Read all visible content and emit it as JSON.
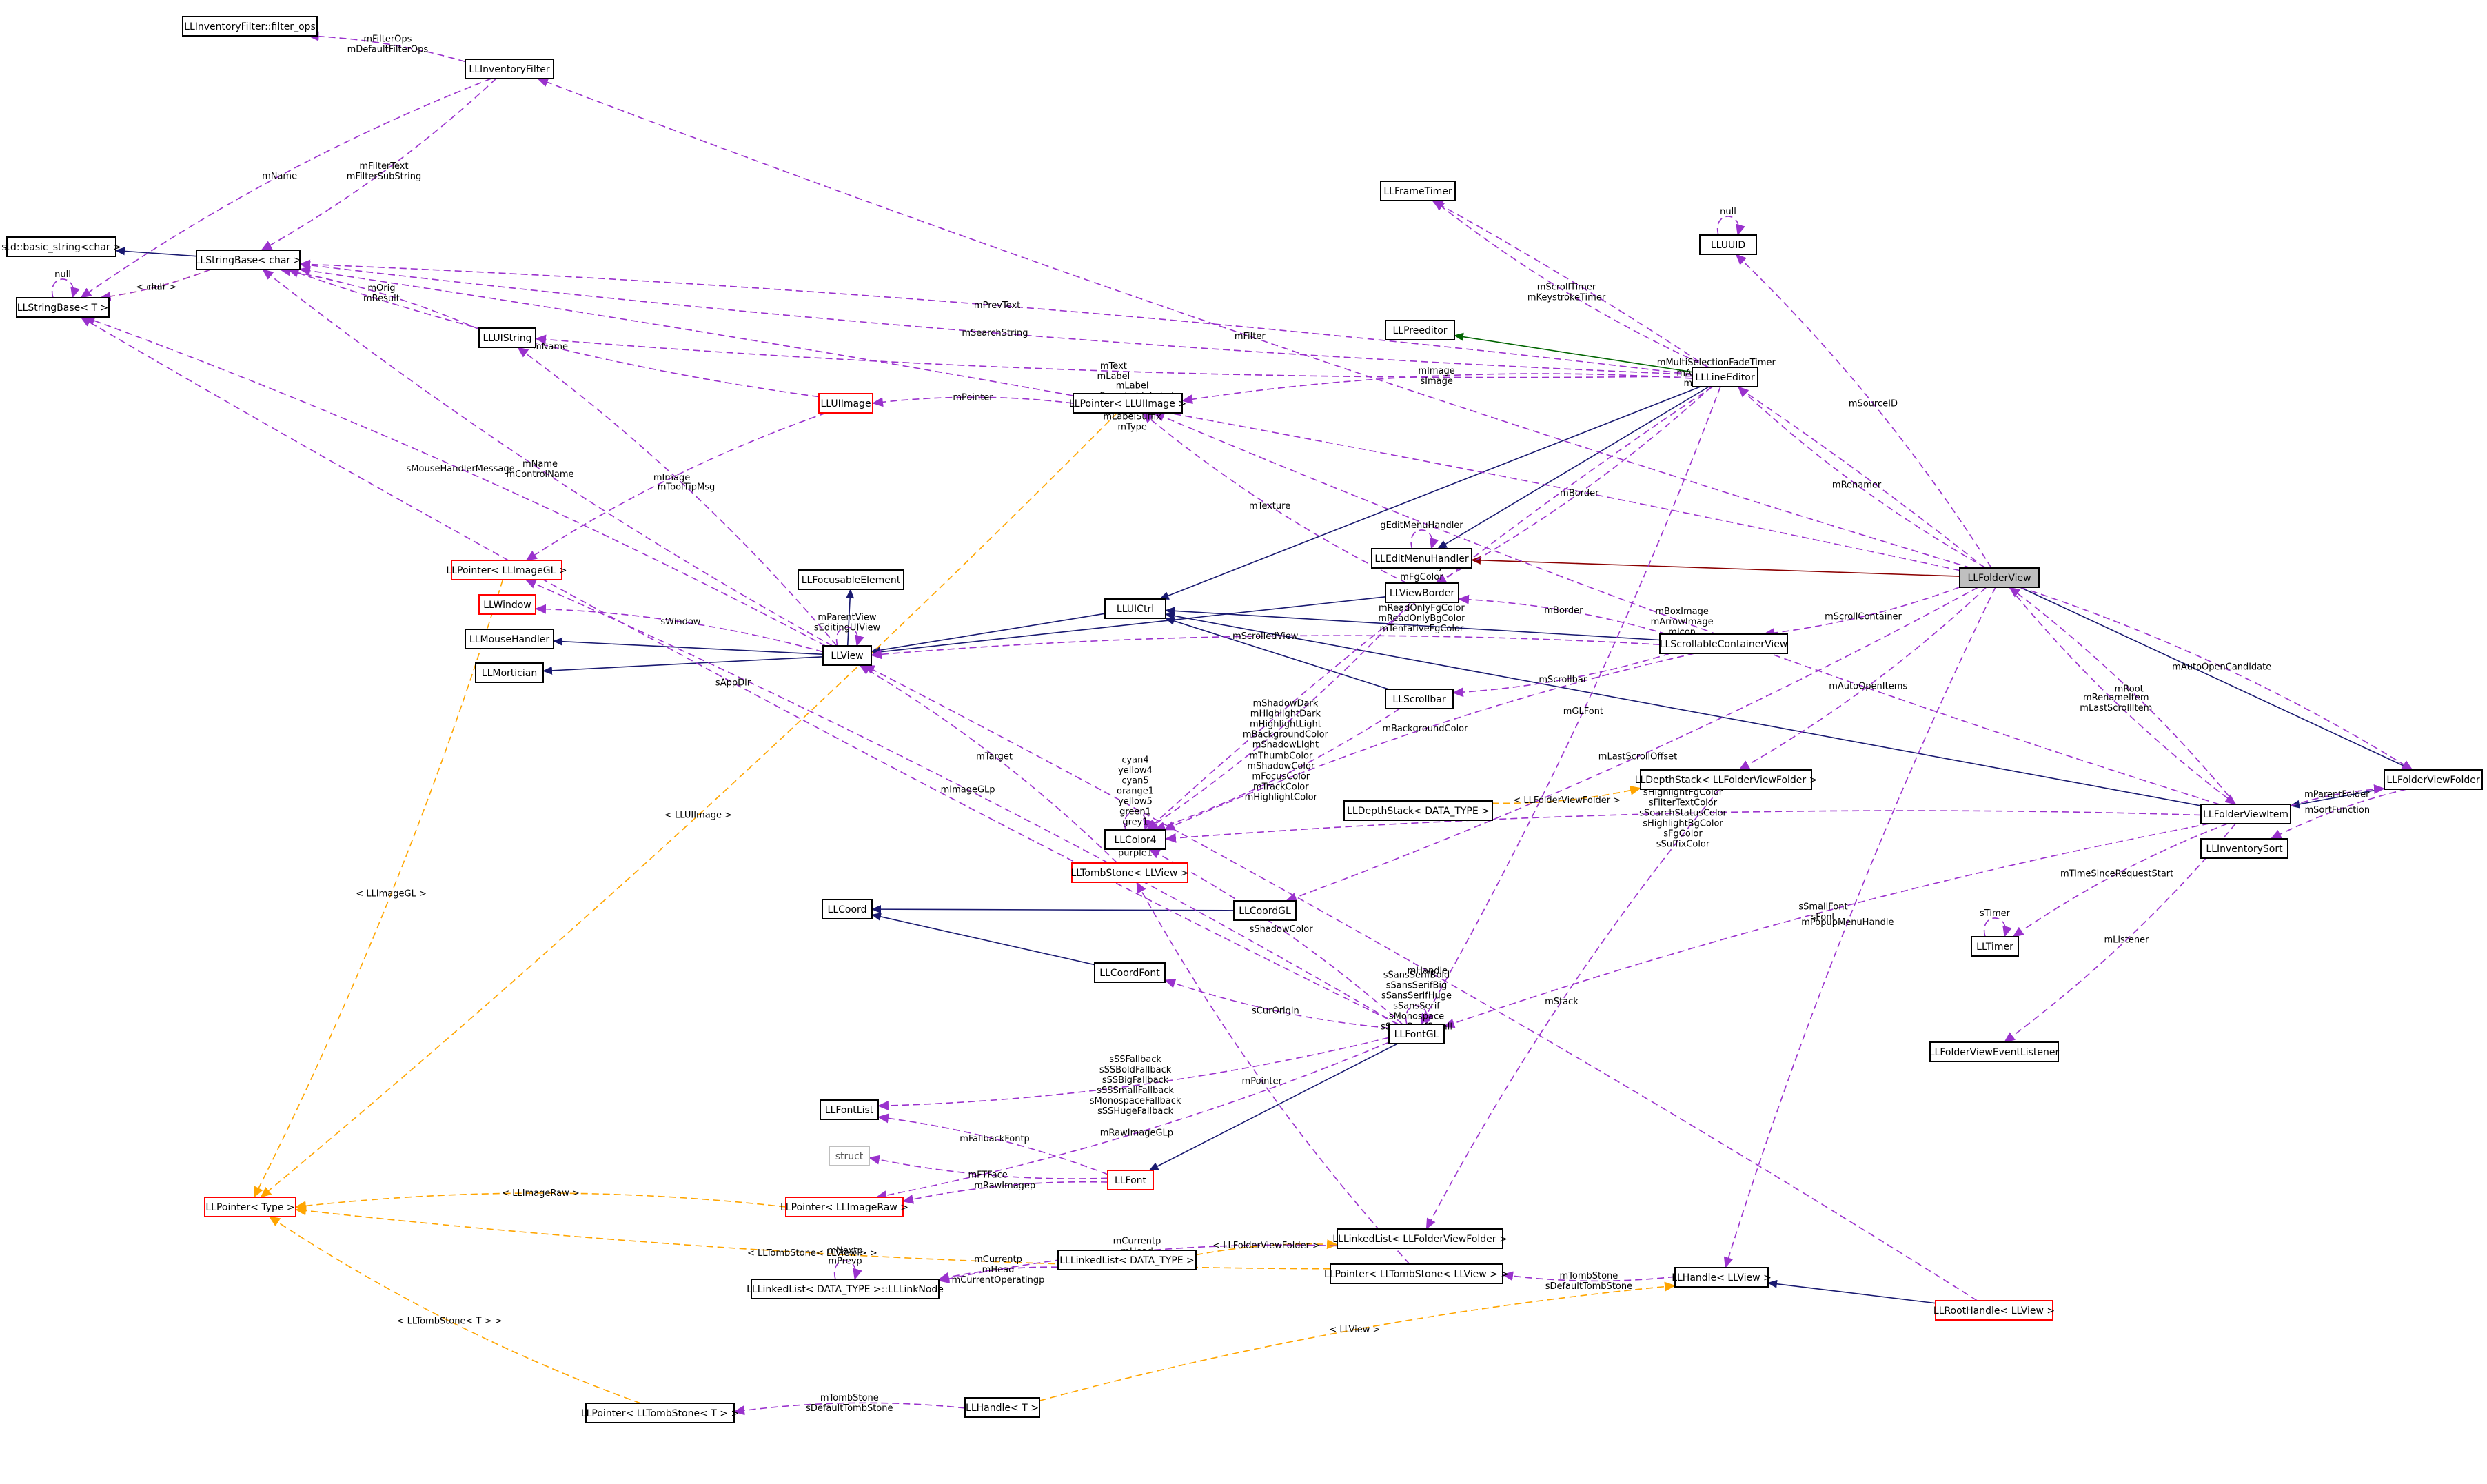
{
  "diagram": {
    "nodes": [
      {
        "id": "filter_ops",
        "label": "LLInventoryFilter::filter_ops",
        "style": "normal"
      },
      {
        "id": "invfilter",
        "label": "LLInventoryFilter",
        "style": "normal"
      },
      {
        "id": "basic_string",
        "label": "std::basic_string<char >",
        "style": "normal"
      },
      {
        "id": "strbase_char",
        "label": "LLStringBase< char >",
        "style": "normal"
      },
      {
        "id": "strbase_T",
        "label": "LLStringBase< T >",
        "style": "normal"
      },
      {
        "id": "uistring",
        "label": "LLUIString",
        "style": "normal"
      },
      {
        "id": "uiimage",
        "label": "LLUIImage",
        "style": "red"
      },
      {
        "id": "ptr_uiimage",
        "label": "LLPointer< LLUIImage >",
        "style": "normal"
      },
      {
        "id": "ptr_imagegl",
        "label": "LLPointer< LLImageGL >",
        "style": "red"
      },
      {
        "id": "window",
        "label": "LLWindow",
        "style": "red"
      },
      {
        "id": "focusable",
        "label": "LLFocusableElement",
        "style": "normal"
      },
      {
        "id": "mousehandler",
        "label": "LLMouseHandler",
        "style": "normal"
      },
      {
        "id": "mortician",
        "label": "LLMortician",
        "style": "normal"
      },
      {
        "id": "view",
        "label": "LLView",
        "style": "normal"
      },
      {
        "id": "uictrl",
        "label": "LLUICtrl",
        "style": "normal"
      },
      {
        "id": "frametimer",
        "label": "LLFrameTimer",
        "style": "normal"
      },
      {
        "id": "preeditor",
        "label": "LLPreeditor",
        "style": "normal"
      },
      {
        "id": "lineeditor",
        "label": "LLLineEditor",
        "style": "normal"
      },
      {
        "id": "uuid",
        "label": "LLUUID",
        "style": "normal"
      },
      {
        "id": "editmenu",
        "label": "LLEditMenuHandler",
        "style": "normal"
      },
      {
        "id": "viewborder",
        "label": "LLViewBorder",
        "style": "normal"
      },
      {
        "id": "scrollcontainer",
        "label": "LLScrollableContainerView",
        "style": "normal"
      },
      {
        "id": "scrollbar",
        "label": "LLScrollbar",
        "style": "normal"
      },
      {
        "id": "folderview",
        "label": "LLFolderView",
        "style": "selected"
      },
      {
        "id": "color4",
        "label": "LLColor4",
        "style": "normal"
      },
      {
        "id": "tomb_view",
        "label": "LLTombStone< LLView >",
        "style": "red"
      },
      {
        "id": "depthstack_fvf",
        "label": "LLDepthStack< LLFolderViewFolder >",
        "style": "normal"
      },
      {
        "id": "depthstack_T",
        "label": "LLDepthStack< DATA_TYPE >",
        "style": "normal"
      },
      {
        "id": "fvitem",
        "label": "LLFolderViewItem",
        "style": "normal"
      },
      {
        "id": "fvfolder",
        "label": "LLFolderViewFolder",
        "style": "normal"
      },
      {
        "id": "invsort",
        "label": "LLInventorySort",
        "style": "normal"
      },
      {
        "id": "timer",
        "label": "LLTimer",
        "style": "normal"
      },
      {
        "id": "fvlistener",
        "label": "LLFolderViewEventListener",
        "style": "normal"
      },
      {
        "id": "coord",
        "label": "LLCoord",
        "style": "normal"
      },
      {
        "id": "coordgl",
        "label": "LLCoordGL",
        "style": "normal"
      },
      {
        "id": "coordfont",
        "label": "LLCoordFont",
        "style": "normal"
      },
      {
        "id": "fontgl",
        "label": "LLFontGL",
        "style": "normal"
      },
      {
        "id": "fontlist",
        "label": "LLFontList",
        "style": "normal"
      },
      {
        "id": "struct",
        "label": "struct",
        "style": "gray"
      },
      {
        "id": "font",
        "label": "LLFont",
        "style": "red"
      },
      {
        "id": "ptr_imageraw",
        "label": "LLPointer< LLImageRaw >",
        "style": "red"
      },
      {
        "id": "ptr_type",
        "label": "LLPointer< Type >",
        "style": "red"
      },
      {
        "id": "linkedlist_T",
        "label": "LLLinkedList< DATA_TYPE >",
        "style": "normal"
      },
      {
        "id": "linknode",
        "label": "LLLinkedList< DATA_TYPE >::LLLinkNode",
        "style": "normal"
      },
      {
        "id": "linkedlist_fvf",
        "label": "LLLinkedList< LLFolderViewFolder >",
        "style": "normal"
      },
      {
        "id": "ptr_tomb_view",
        "label": "LLPointer< LLTombStone< LLView > >",
        "style": "normal"
      },
      {
        "id": "handle_view",
        "label": "LLHandle< LLView >",
        "style": "normal"
      },
      {
        "id": "roothandle",
        "label": "LLRootHandle< LLView >",
        "style": "red"
      },
      {
        "id": "ptr_tomb_T",
        "label": "LLPointer< LLTombStone< T > >",
        "style": "normal"
      },
      {
        "id": "handle_T",
        "label": "LLHandle< T >",
        "style": "normal"
      }
    ],
    "edges": [
      {
        "from": "strbase_char",
        "to": "basic_string",
        "kind": "inherit",
        "label": ""
      },
      {
        "from": "uictrl",
        "to": "view",
        "kind": "inherit",
        "label": ""
      },
      {
        "from": "view",
        "to": "focusable",
        "kind": "inherit",
        "label": ""
      },
      {
        "from": "view",
        "to": "mousehandler",
        "kind": "inherit",
        "label": ""
      },
      {
        "from": "view",
        "to": "mortician",
        "kind": "inherit",
        "label": ""
      },
      {
        "from": "lineeditor",
        "to": "uictrl",
        "kind": "inherit",
        "label": ""
      },
      {
        "from": "lineeditor",
        "to": "preeditor",
        "kind": "green",
        "label": ""
      },
      {
        "from": "lineeditor",
        "to": "editmenu",
        "kind": "inherit",
        "label": ""
      },
      {
        "from": "folderview",
        "to": "editmenu",
        "kind": "darkred",
        "label": ""
      },
      {
        "from": "viewborder",
        "to": "view",
        "kind": "inherit",
        "label": ""
      },
      {
        "from": "scrollcontainer",
        "to": "uictrl",
        "kind": "inherit",
        "label": ""
      },
      {
        "from": "scrollbar",
        "to": "uictrl",
        "kind": "inherit",
        "label": ""
      },
      {
        "from": "folderview",
        "to": "fvfolder",
        "kind": "inherit",
        "label": ""
      },
      {
        "from": "fvfolder",
        "to": "fvitem",
        "kind": "inherit",
        "label": ""
      },
      {
        "from": "fvitem",
        "to": "uictrl",
        "kind": "inherit",
        "label": ""
      },
      {
        "from": "coordgl",
        "to": "coord",
        "kind": "inherit",
        "label": ""
      },
      {
        "from": "coordfont",
        "to": "coord",
        "kind": "inherit",
        "label": ""
      },
      {
        "from": "fontgl",
        "to": "font",
        "kind": "inherit",
        "label": ""
      },
      {
        "from": "roothandle",
        "to": "handle_view",
        "kind": "inherit",
        "label": ""
      },
      {
        "from": "invfilter",
        "to": "filter_ops",
        "kind": "use",
        "label": "mFilterOps\nmDefaultFilterOps"
      },
      {
        "from": "invfilter",
        "to": "strbase_char",
        "kind": "use",
        "label": "mFilterText\nmFilterSubString"
      },
      {
        "from": "invfilter",
        "to": "strbase_T",
        "kind": "use",
        "label": "mName"
      },
      {
        "from": "strbase_char",
        "to": "strbase_T",
        "kind": "tmpl",
        "label": "< char >"
      },
      {
        "from": "strbase_T",
        "to": "strbase_T",
        "kind": "use",
        "label": "null"
      },
      {
        "from": "strbase_char",
        "to": "strbase_T",
        "kind": "use",
        "label": "null"
      },
      {
        "from": "uistring",
        "to": "strbase_char",
        "kind": "use",
        "label": "mOrig\nmResult"
      },
      {
        "from": "uiimage",
        "to": "strbase_char",
        "kind": "use",
        "label": "mName"
      },
      {
        "from": "ptr_uiimage",
        "to": "uiimage",
        "kind": "use",
        "label": "mPointer"
      },
      {
        "from": "ptr_uiimage",
        "to": "ptr_type",
        "kind": "tmpl",
        "label": "< LLUIImage >"
      },
      {
        "from": "uiimage",
        "to": "ptr_imagegl",
        "kind": "use",
        "label": "mImage"
      },
      {
        "from": "ptr_imagegl",
        "to": "ptr_type",
        "kind": "tmpl",
        "label": "< LLImageGL >"
      },
      {
        "from": "view",
        "to": "uistring",
        "kind": "use",
        "label": "mToolTipMsg"
      },
      {
        "from": "view",
        "to": "strbase_char",
        "kind": "use",
        "label": "mName\nmControlName"
      },
      {
        "from": "view",
        "to": "window",
        "kind": "use",
        "label": "sWindow"
      },
      {
        "from": "view",
        "to": "view",
        "kind": "use",
        "label": "mParentView\nsEditingUIView"
      },
      {
        "from": "view",
        "to": "strbase_T",
        "kind": "use",
        "label": "sMouseHandlerMessage"
      },
      {
        "from": "folderview",
        "to": "invfilter",
        "kind": "use",
        "label": "mFilter"
      },
      {
        "from": "folderview",
        "to": "strbase_char",
        "kind": "use",
        "label": "mLabel\nmSearchableLabel\nmStatusText\nmLabelSuffix\nmType"
      },
      {
        "from": "lineeditor",
        "to": "strbase_char",
        "kind": "use",
        "label": "mSearchString"
      },
      {
        "from": "folderview",
        "to": "frametimer",
        "kind": "use",
        "label": "mMultiSelectionFadeTimer\nmAutoOpenTimer\nmSearchTimer"
      },
      {
        "from": "lineeditor",
        "to": "frametimer",
        "kind": "use",
        "label": "mScrollTimer\nmKeystrokeTimer"
      },
      {
        "from": "lineeditor",
        "to": "strbase_char",
        "kind": "use",
        "label": "mPrevText"
      },
      {
        "from": "uuid",
        "to": "uuid",
        "kind": "use",
        "label": "null"
      },
      {
        "from": "folderview",
        "to": "uuid",
        "kind": "use",
        "label": "mSourceID"
      },
      {
        "from": "lineeditor",
        "to": "uistring",
        "kind": "use",
        "label": "mText\nmLabel"
      },
      {
        "from": "lineeditor",
        "to": "ptr_uiimage",
        "kind": "use",
        "label": "mImage\nsImage"
      },
      {
        "from": "viewborder",
        "to": "ptr_uiimage",
        "kind": "use",
        "label": "mTexture"
      },
      {
        "from": "lineeditor",
        "to": "color4",
        "kind": "use",
        "label": "mWriteableBgColor\nmFgColor\nmCursorColor\nmFocusBgColor\nmReadOnlyFgColor\nmReadOnlyBgColor\nmTentativeFgColor"
      },
      {
        "from": "folderview",
        "to": "lineeditor",
        "kind": "use",
        "label": "mRenamer"
      },
      {
        "from": "editmenu",
        "to": "editmenu",
        "kind": "use",
        "label": "gEditMenuHandler"
      },
      {
        "from": "lineeditor",
        "to": "viewborder",
        "kind": "use",
        "label": "mBorder"
      },
      {
        "from": "scrollcontainer",
        "to": "viewborder",
        "kind": "use",
        "label": "mBorder"
      },
      {
        "from": "folderview",
        "to": "scrollcontainer",
        "kind": "use",
        "label": "mScrollContainer"
      },
      {
        "from": "scrollcontainer",
        "to": "view",
        "kind": "use",
        "label": "mScrolledView"
      },
      {
        "from": "scrollcontainer",
        "to": "scrollbar",
        "kind": "use",
        "label": "mScrollbar"
      },
      {
        "from": "color4",
        "to": "color4",
        "kind": "use",
        "label": "cyan4\nyellow4\ncyan5\norange1\nyellow5\ngreen1\ngrey1\ncyan\ncyan6\npurple1"
      },
      {
        "from": "viewborder",
        "to": "color4",
        "kind": "use",
        "label": "mShadowDark\nmHighlightDark\nmHighlightLight\nmBackgroundColor\nmShadowLight"
      },
      {
        "from": "scrollcontainer",
        "to": "color4",
        "kind": "use",
        "label": "mBackgroundColor"
      },
      {
        "from": "scrollbar",
        "to": "color4",
        "kind": "use",
        "label": "mThumbColor\nmShadowColor\nmFocusColor\nmTrackColor\nmHighlightColor"
      },
      {
        "from": "tomb_view",
        "to": "view",
        "kind": "use",
        "label": "mTarget"
      },
      {
        "from": "folderview",
        "to": "coordgl",
        "kind": "use",
        "label": "mLastScrollOffset"
      },
      {
        "from": "depthstack_T",
        "to": "depthstack_fvf",
        "kind": "tmpl",
        "label": "< LLFolderViewFolder >"
      },
      {
        "from": "folderview",
        "to": "depthstack_fvf",
        "kind": "use",
        "label": "mAutoOpenItems"
      },
      {
        "from": "folderview",
        "to": "fvitem",
        "kind": "use",
        "label": "mRenameItem\nmLastScrollItem"
      },
      {
        "from": "folderview",
        "to": "fvfolder",
        "kind": "use",
        "label": "mAutoOpenCandidate"
      },
      {
        "from": "fvitem",
        "to": "folderview",
        "kind": "use",
        "label": "mRoot"
      },
      {
        "from": "fvitem",
        "to": "fvfolder",
        "kind": "use",
        "label": "mParentFolder"
      },
      {
        "from": "fvfolder",
        "to": "invsort",
        "kind": "use",
        "label": "mSortFunction"
      },
      {
        "from": "timer",
        "to": "timer",
        "kind": "use",
        "label": "sTimer"
      },
      {
        "from": "fvitem",
        "to": "timer",
        "kind": "use",
        "label": "mTimeSinceRequestStart"
      },
      {
        "from": "fvitem",
        "to": "fvlistener",
        "kind": "use",
        "label": "mListener"
      },
      {
        "from": "fvitem",
        "to": "color4",
        "kind": "use",
        "label": "sFilterBGColor\nsHighlightFgColor\nsFilterTextColor\nsSearchStatusColor\nsHighlightBgColor\nsFgColor\nsSuffixColor"
      },
      {
        "from": "fvitem",
        "to": "ptr_uiimage",
        "kind": "use",
        "label": "mBoxImage\nmArrowImage\nmIcon"
      },
      {
        "from": "fvitem",
        "to": "fontgl",
        "kind": "use",
        "label": "sSmallFont\nsFont"
      },
      {
        "from": "lineeditor",
        "to": "fontgl",
        "kind": "use",
        "label": "mGLFont"
      },
      {
        "from": "fontgl",
        "to": "fontgl",
        "kind": "use",
        "label": "sSansSerifBold\nsSansSerifBig\nsSansSerifHuge\nsSansSerif\nsMonospace\nsSansSerifSmall"
      },
      {
        "from": "fontgl",
        "to": "coordfont",
        "kind": "use",
        "label": "sCurOrigin"
      },
      {
        "from": "fontgl",
        "to": "ptr_imagegl",
        "kind": "use",
        "label": "mImageGLp"
      },
      {
        "from": "fontgl",
        "to": "strbase_T",
        "kind": "use",
        "label": "sAppDir"
      },
      {
        "from": "fontgl",
        "to": "color4",
        "kind": "use",
        "label": "sShadowColor"
      },
      {
        "from": "fontgl",
        "to": "fontlist",
        "kind": "use",
        "label": "sSSFallback\nsSSBoldFallback\nsSSBigFallback\nsSSSmallFallback\nsMonospaceFallback\nsSSHugeFallback"
      },
      {
        "from": "font",
        "to": "fontlist",
        "kind": "use",
        "label": "mFallbackFontp"
      },
      {
        "from": "font",
        "to": "struct",
        "kind": "use",
        "label": "mFTFace"
      },
      {
        "from": "font",
        "to": "ptr_imageraw",
        "kind": "use",
        "label": "mRawImagep"
      },
      {
        "from": "fontgl",
        "to": "ptr_imageraw",
        "kind": "use",
        "label": "mRawImageGLp"
      },
      {
        "from": "ptr_imageraw",
        "to": "ptr_type",
        "kind": "tmpl",
        "label": "< LLImageRaw >"
      },
      {
        "from": "ptr_tomb_view",
        "to": "tomb_view",
        "kind": "use",
        "label": "mPointer"
      },
      {
        "from": "depthstack_fvf",
        "to": "linkedlist_fvf",
        "kind": "use",
        "label": "mStack"
      },
      {
        "from": "linkedlist_T",
        "to": "linkedlist_fvf",
        "kind": "tmpl",
        "label": "< LLFolderViewFolder >"
      },
      {
        "from": "linkedlist_T",
        "to": "linknode",
        "kind": "use",
        "label": "mCurrentp\nmHead\nmCurrentOperatingp"
      },
      {
        "from": "linknode",
        "to": "linknode",
        "kind": "use",
        "label": "mNextp\nmPrevp"
      },
      {
        "from": "linkedlist_fvf",
        "to": "linknode",
        "kind": "use",
        "label": "mCurrentp\nmHead\nmCurrentOperatingp"
      },
      {
        "from": "handle_view",
        "to": "ptr_tomb_view",
        "kind": "use",
        "label": "mTombStone\nsDefaultTombStone"
      },
      {
        "from": "folderview",
        "to": "handle_view",
        "kind": "use",
        "label": "mPopupMenuHandle"
      },
      {
        "from": "ptr_tomb_view",
        "to": "ptr_type",
        "kind": "tmpl",
        "label": "< LLTombStone< LLView > >"
      },
      {
        "from": "roothandle",
        "to": "view",
        "kind": "use",
        "label": "mHandle"
      },
      {
        "from": "handle_T",
        "to": "handle_view",
        "kind": "tmpl",
        "label": "< LLView >"
      },
      {
        "from": "handle_T",
        "to": "ptr_tomb_T",
        "kind": "use",
        "label": "mTombStone\nsDefaultTombStone"
      },
      {
        "from": "ptr_tomb_T",
        "to": "ptr_type",
        "kind": "tmpl",
        "label": "< LLTombStone< T > >"
      }
    ]
  }
}
